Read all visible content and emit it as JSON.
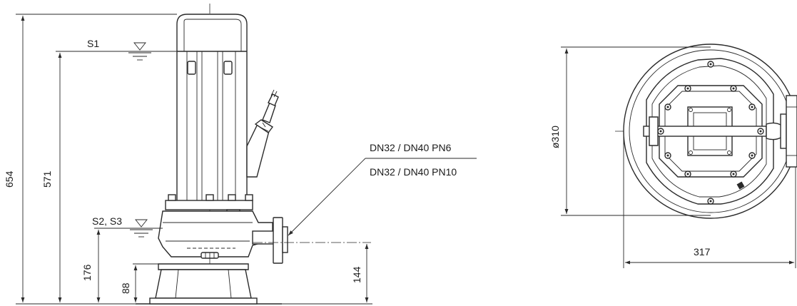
{
  "side_view": {
    "dim_overall_height": "654",
    "dim_s1_height": "571",
    "dim_s2_height": "176",
    "dim_base_height": "88",
    "dim_outlet_height": "144",
    "level_s1": "S1",
    "level_s2_s3": "S2, S3",
    "flange_label_pn6": "DN32 / DN40 PN6",
    "flange_label_pn10": "DN32 / DN40 PN10"
  },
  "top_view": {
    "dim_diameter": "ø310",
    "dim_width": "317"
  }
}
